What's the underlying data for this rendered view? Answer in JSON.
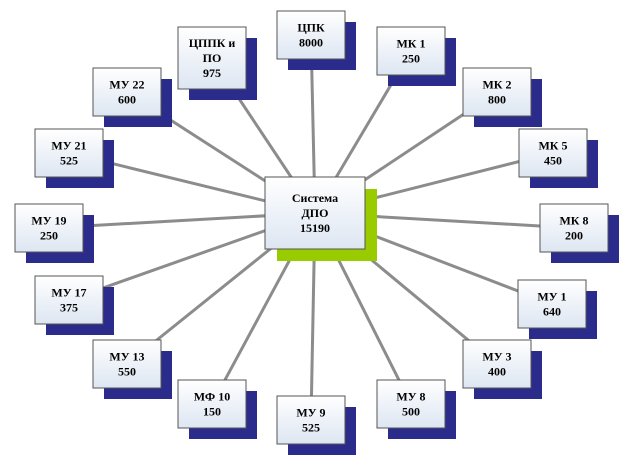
{
  "colors": {
    "line": "#8c8c8c",
    "shadow": "#2b2b8c",
    "center_shadow": "#99cc00",
    "box_fill_top": "#ffffff",
    "box_fill_bottom": "#dde6f2",
    "box_border": "#555555"
  },
  "center": {
    "id": "center",
    "lines": [
      "Система",
      "ДПО",
      "15190"
    ]
  },
  "nodes": [
    {
      "id": "tspk",
      "lines": [
        "ЦПК",
        "8000"
      ]
    },
    {
      "id": "mk1",
      "lines": [
        "МК 1",
        "250"
      ]
    },
    {
      "id": "mk2",
      "lines": [
        "МК 2",
        "800"
      ]
    },
    {
      "id": "mk5",
      "lines": [
        "МК 5",
        "450"
      ]
    },
    {
      "id": "mk8",
      "lines": [
        "МК 8",
        "200"
      ]
    },
    {
      "id": "mu1",
      "lines": [
        "МУ 1",
        "640"
      ]
    },
    {
      "id": "mu3",
      "lines": [
        "МУ 3",
        "400"
      ]
    },
    {
      "id": "mu8",
      "lines": [
        "МУ 8",
        "500"
      ]
    },
    {
      "id": "mu9",
      "lines": [
        "МУ 9",
        "525"
      ]
    },
    {
      "id": "mf10",
      "lines": [
        "МФ 10",
        "150"
      ]
    },
    {
      "id": "mu13",
      "lines": [
        "МУ 13",
        "550"
      ]
    },
    {
      "id": "mu17",
      "lines": [
        "МУ 17",
        "375"
      ]
    },
    {
      "id": "mu19",
      "lines": [
        "МУ 19",
        "250"
      ]
    },
    {
      "id": "mu21",
      "lines": [
        "МУ 21",
        "525"
      ]
    },
    {
      "id": "mu22",
      "lines": [
        "МУ 22",
        "600"
      ]
    },
    {
      "id": "tsppk",
      "lines": [
        "ЦППК и",
        "ПО",
        "975"
      ]
    }
  ]
}
